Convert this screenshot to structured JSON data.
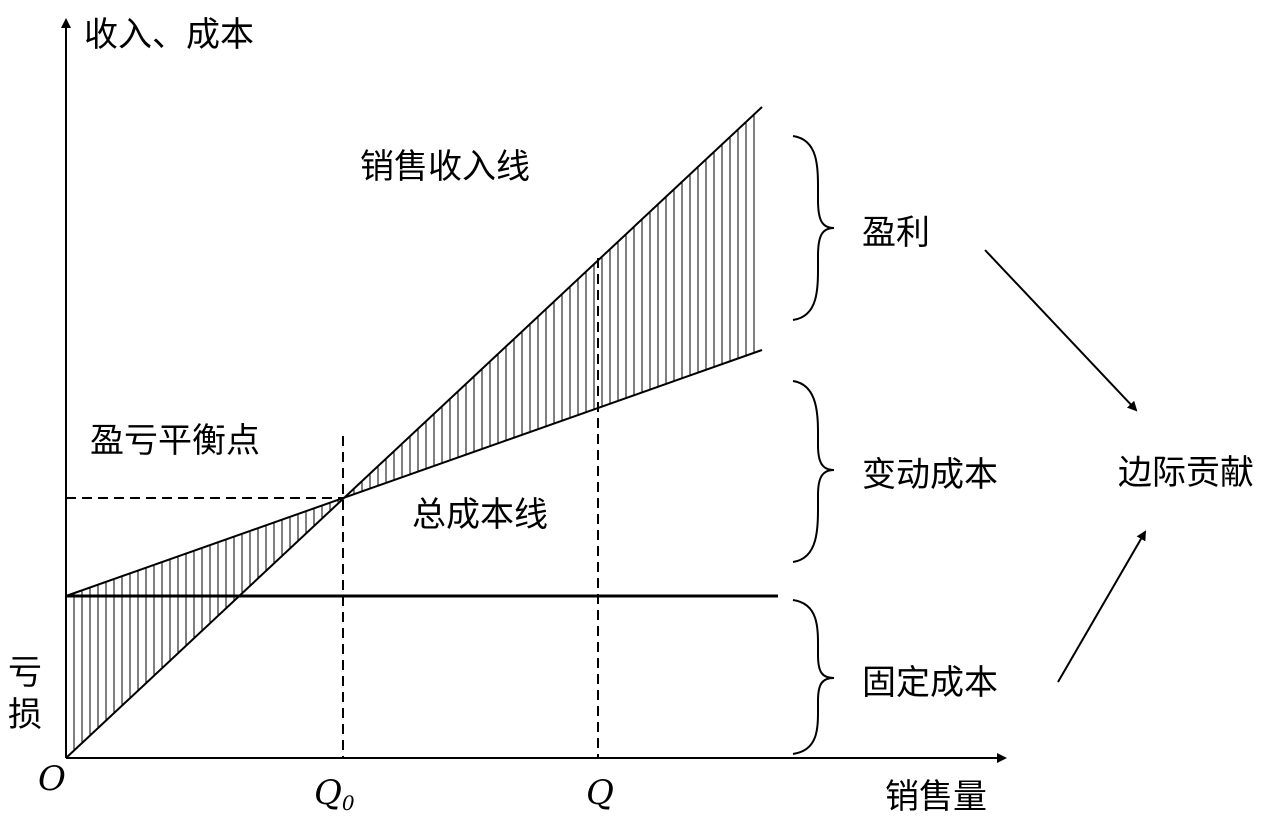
{
  "labels": {
    "y_axis": "收入、成本",
    "x_axis": "销售量",
    "origin": "O",
    "q0_main": "Q",
    "q0_sub": "0",
    "q": "Q",
    "revenue_line": "销售收入线",
    "total_cost_line": "总成本线",
    "break_even": "盈亏平衡点",
    "loss": [
      "亏",
      "损"
    ],
    "profit": "盈利",
    "variable_cost": "变动成本",
    "fixed_cost": "固定成本",
    "contribution_margin": "边际贡献"
  },
  "colors": {
    "ink": "#000000",
    "background": "#ffffff"
  }
}
